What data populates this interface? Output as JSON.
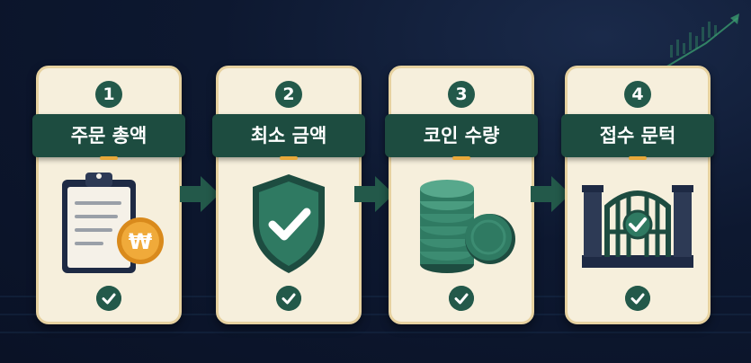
{
  "steps": [
    {
      "number": "1",
      "title": "주문 총액",
      "icon": "clipboard-won-coin-icon"
    },
    {
      "number": "2",
      "title": "최소 금액",
      "icon": "shield-check-icon"
    },
    {
      "number": "3",
      "title": "코인 수량",
      "icon": "coin-stack-icon"
    },
    {
      "number": "4",
      "title": "접수 문턱",
      "icon": "gate-check-icon"
    }
  ],
  "coin_symbol": "₩",
  "colors": {
    "background": "#0d1830",
    "card": "#f6efdc",
    "card_border": "#e7d2a0",
    "banner": "#1d4c40",
    "accent_green": "#23594a",
    "gold": "#e8a83a"
  }
}
